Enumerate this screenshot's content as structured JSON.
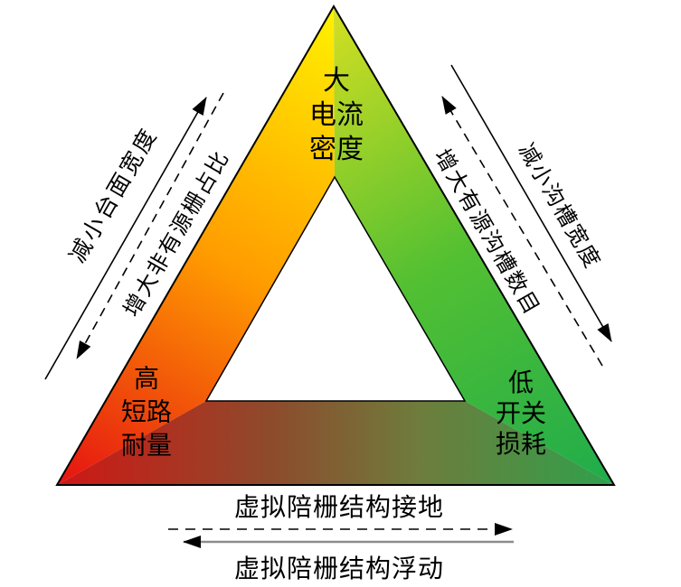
{
  "figure": {
    "type": "tradeoff-triangle-diagram",
    "vertices": {
      "top": {
        "lines": [
          "大",
          "电流",
          "密度"
        ]
      },
      "bottom_left": {
        "lines": [
          "高",
          "短路",
          "耐量"
        ]
      },
      "bottom_right": {
        "lines": [
          "低",
          "开关",
          "损耗"
        ]
      }
    },
    "edge_annotations": {
      "left_outer": "减小台面宽度",
      "left_inner": "增大非有源栅占比",
      "right_outer": "减小沟槽宽度",
      "right_inner": "增大有源沟槽数目",
      "bottom_upper": "虚拟陪栅结构接地",
      "bottom_lower": "虚拟陪栅结构浮动"
    },
    "colors": {
      "left_band_top": "#FFF200",
      "left_band_mid": "#FF9C00",
      "left_band_bottom": "#E51212",
      "right_band_top": "#D6DF22",
      "right_band_mid": "#53C032",
      "right_band_bottom": "#1FAC4C",
      "bottom_band_left": "#CF1714",
      "bottom_band_midleft": "#8E4A2C",
      "bottom_band_midright": "#6E7C3C",
      "bottom_band_right": "#2FA14C",
      "inner_triangle_fill": "#FFFFFF",
      "outline": "#000000",
      "bottom_solid_line": "#8C8C8C"
    }
  }
}
